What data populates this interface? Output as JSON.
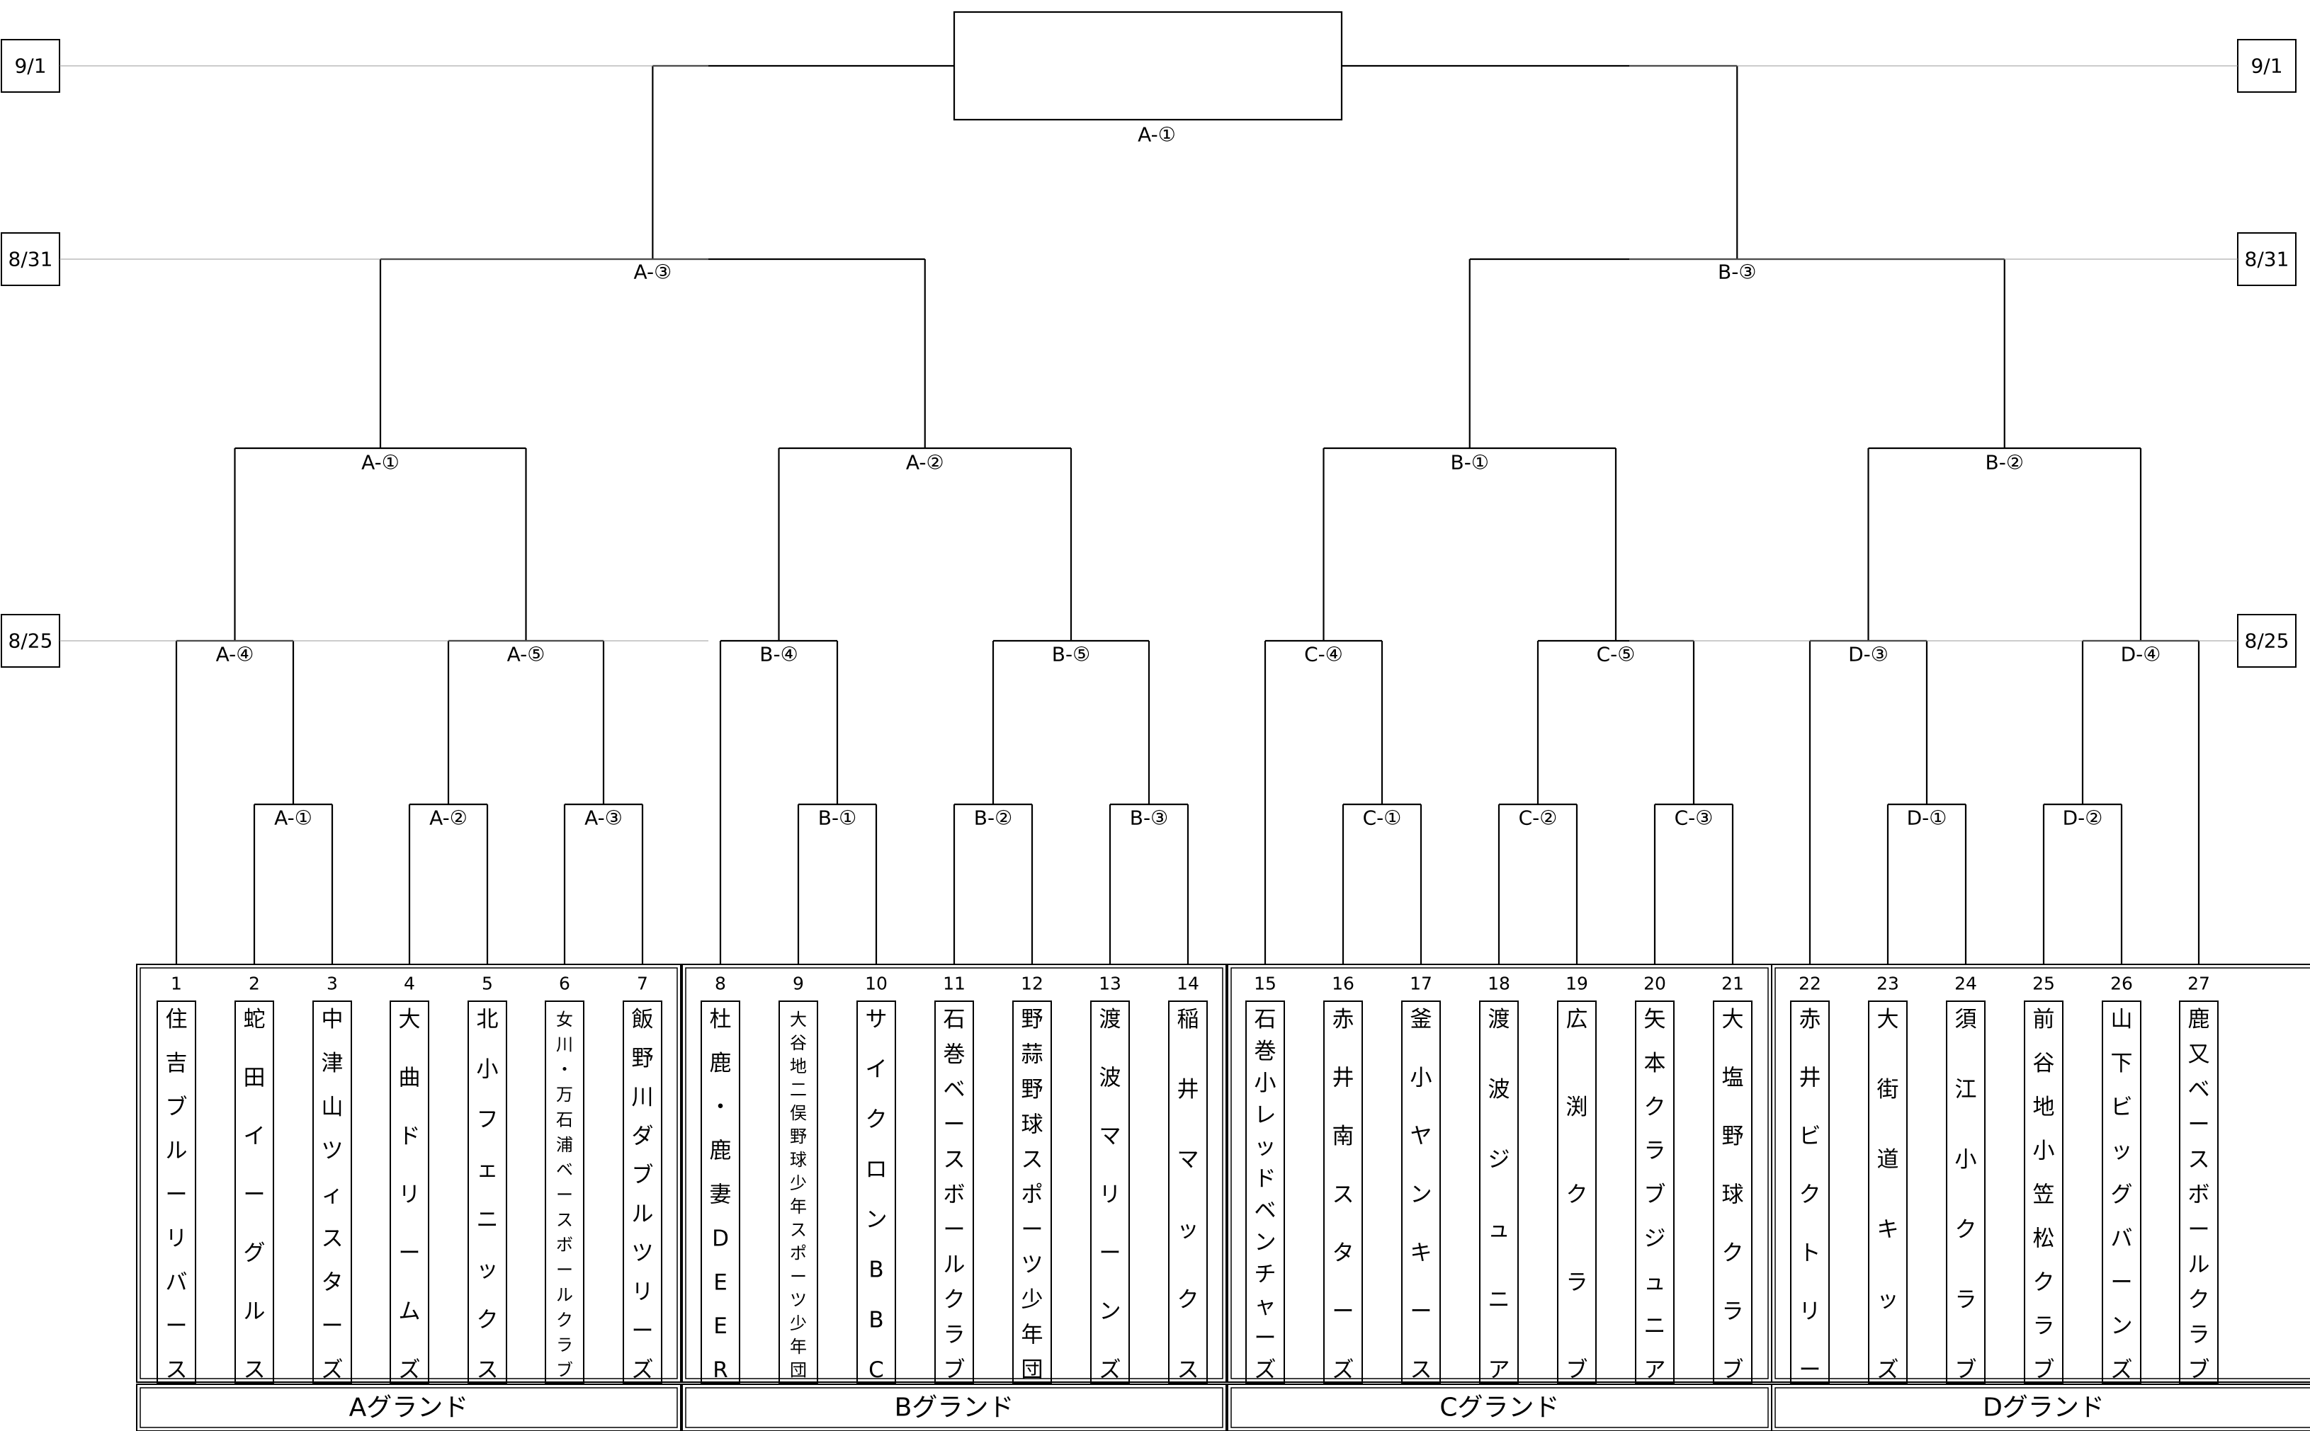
{
  "dates": [
    "9/1",
    "8/31",
    "8/25"
  ],
  "final_label": "A-①",
  "semifinals": [
    "A-③",
    "B-③"
  ],
  "round3": [
    "A-①",
    "A-②",
    "B-①",
    "B-②"
  ],
  "round2": [
    "A-④",
    "A-⑤",
    "B-④",
    "B-⑤",
    "C-④",
    "C-⑤",
    "D-③",
    "D-④"
  ],
  "round1": [
    "A-①",
    "A-②",
    "A-③",
    "B-①",
    "B-②",
    "B-③",
    "C-①",
    "C-②",
    "C-③",
    "D-①",
    "D-②"
  ],
  "grounds": [
    "Aグランド",
    "Bグランド",
    "Cグランド",
    "Dグランド"
  ],
  "teams": [
    {
      "no": "1",
      "name": "住吉ブルーリバース"
    },
    {
      "no": "2",
      "name": "蛇田イーグルス"
    },
    {
      "no": "3",
      "name": "中津山ツィスターズ"
    },
    {
      "no": "4",
      "name": "大曲ドリームズ"
    },
    {
      "no": "5",
      "name": "北小フェニックス"
    },
    {
      "no": "6",
      "name": "女川・万石浦ベースボールクラブ"
    },
    {
      "no": "7",
      "name": "飯野川ダブルツリーズ"
    },
    {
      "no": "8",
      "name": "杜鹿・鹿妻DEER"
    },
    {
      "no": "9",
      "name": "大谷地二俣野球少年スポーツ少年団"
    },
    {
      "no": "10",
      "name": "サイクロンBBC"
    },
    {
      "no": "11",
      "name": "石巻ベースボールクラブ"
    },
    {
      "no": "12",
      "name": "野蒜野球スポーツ少年団"
    },
    {
      "no": "13",
      "name": "渡波マリーンズ"
    },
    {
      "no": "14",
      "name": "稲井マックス"
    },
    {
      "no": "15",
      "name": "石巻小レッドベンチャーズ"
    },
    {
      "no": "16",
      "name": "赤井南スターズ"
    },
    {
      "no": "17",
      "name": "釜小ヤンキース"
    },
    {
      "no": "18",
      "name": "渡波ジュニア"
    },
    {
      "no": "19",
      "name": "広渕クラブ"
    },
    {
      "no": "20",
      "name": "矢本クラブジュニア"
    },
    {
      "no": "21",
      "name": "大塩野球クラブ"
    },
    {
      "no": "22",
      "name": "赤井ビクトリー"
    },
    {
      "no": "23",
      "name": "大街道キッズ"
    },
    {
      "no": "24",
      "name": "須江小クラブ"
    },
    {
      "no": "25",
      "name": "前谷地小笠松クラブ"
    },
    {
      "no": "26",
      "name": "山下ビッグバーンズ"
    },
    {
      "no": "27",
      "name": "鹿又ベースボールクラブ"
    }
  ]
}
